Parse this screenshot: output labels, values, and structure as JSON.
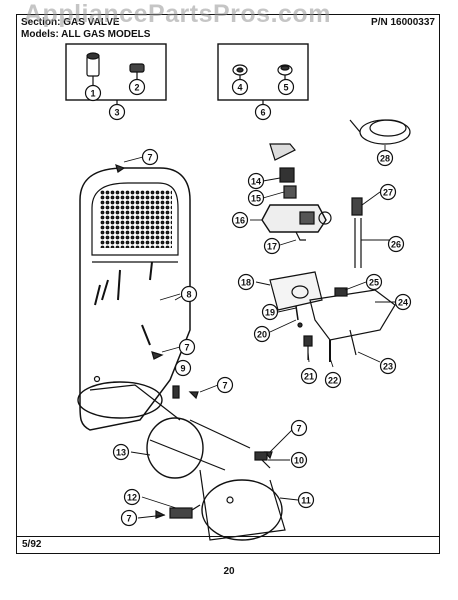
{
  "header": {
    "section_line": "Section: GAS VALVE",
    "models_line": "Models: ALL GAS MODELS",
    "part_number": "P/N 16000337"
  },
  "watermark": "AppliancePartsPros.com",
  "callouts": [
    "1",
    "2",
    "3",
    "4",
    "5",
    "6",
    "7",
    "8",
    "9",
    "10",
    "11",
    "12",
    "13",
    "14",
    "15",
    "16",
    "17",
    "18",
    "19",
    "20",
    "21",
    "22",
    "23",
    "24",
    "25",
    "26",
    "27",
    "28"
  ],
  "footer": {
    "date_code": "5/92",
    "page_number": "20"
  }
}
